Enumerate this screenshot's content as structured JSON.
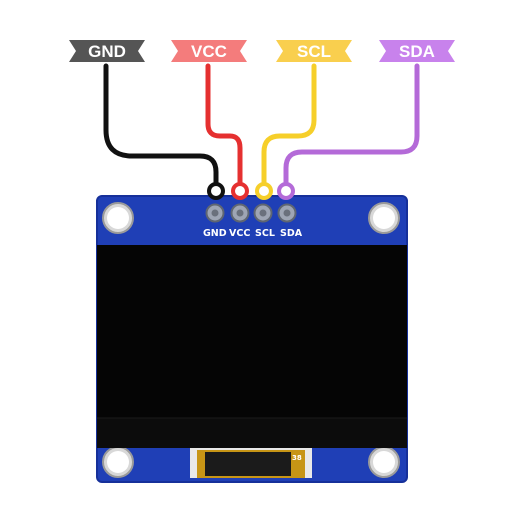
{
  "labels": [
    {
      "id": "gnd",
      "text": "GND",
      "color": "#555555"
    },
    {
      "id": "vcc",
      "text": "VCC",
      "color": "#f47c7c"
    },
    {
      "id": "scl",
      "text": "SCL",
      "color": "#f9cf4e"
    },
    {
      "id": "sda",
      "text": "SDA",
      "color": "#c882ec"
    }
  ],
  "wires": [
    {
      "id": "gnd",
      "color": "#111111"
    },
    {
      "id": "vcc",
      "color": "#e53030"
    },
    {
      "id": "scl",
      "color": "#f6cf2a"
    },
    {
      "id": "sda",
      "color": "#b46ad8"
    }
  ],
  "board": {
    "pcb_color": "#1f3fb6",
    "pin_labels": [
      "GND",
      "VCC",
      "SCL",
      "SDA"
    ],
    "ribbon_number": "38"
  }
}
